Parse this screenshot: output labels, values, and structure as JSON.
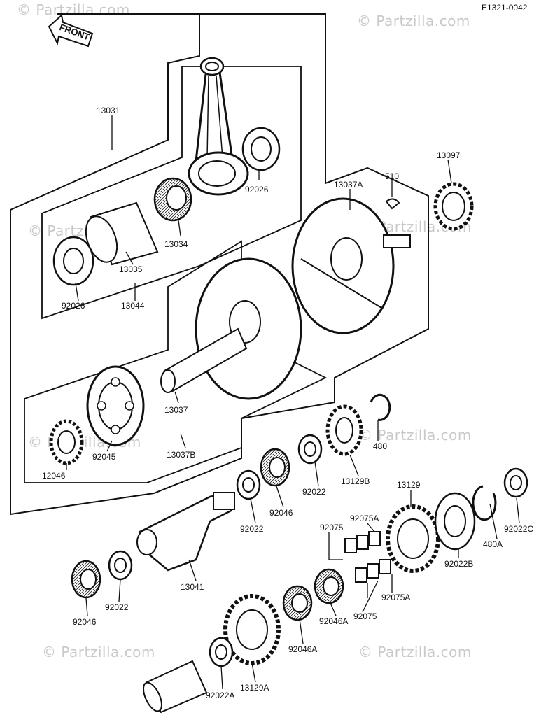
{
  "document": {
    "code": "E1321-0042",
    "front_label": "FRONT"
  },
  "watermark": {
    "text": "© Partzilla.com"
  },
  "parts": {
    "p13031": "13031",
    "p92026a": "92026",
    "p92026b": "92026",
    "p13034": "13034",
    "p13035": "13035",
    "p13044": "13044",
    "p13037A": "13037A",
    "p510": "510",
    "p13097": "13097",
    "p13037": "13037",
    "p13037B": "13037B",
    "p92045": "92045",
    "p12046": "12046",
    "p480": "480",
    "p13129B": "13129B",
    "p92022a": "92022",
    "p92022b": "92022",
    "p92022c": "92022",
    "p92046a": "92046",
    "p92046b": "92046",
    "p13041": "13041",
    "p13129": "13129",
    "p92075a": "92075",
    "p92075b": "92075",
    "p92075A_a": "92075A",
    "p92075A_b": "92075A",
    "p92022B": "92022B",
    "p480A": "480A",
    "p92022C": "92022C",
    "p92046A_a": "92046A",
    "p92046A_b": "92046A",
    "p92022A": "92022A",
    "p13129A": "13129A"
  }
}
